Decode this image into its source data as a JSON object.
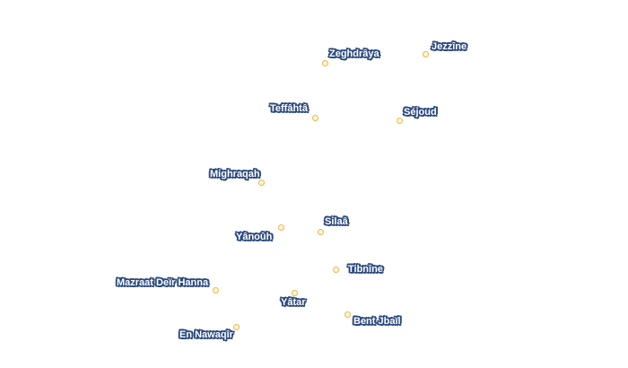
{
  "places": [
    {
      "id": "jezzine",
      "name": "Jezzîne"
    },
    {
      "id": "zeghdraya",
      "name": "Zeghdrâya"
    },
    {
      "id": "teffahta",
      "name": "Teffâhtâ"
    },
    {
      "id": "sejoud",
      "name": "Séjoud"
    },
    {
      "id": "mighraqah",
      "name": "Mighraqah"
    },
    {
      "id": "silaa",
      "name": "Silaâ"
    },
    {
      "id": "yanouh",
      "name": "Yânoûh"
    },
    {
      "id": "tibnine",
      "name": "Tibnîne"
    },
    {
      "id": "mazraat-deir-hanna",
      "name": "Mazraat Deïr Hanna"
    },
    {
      "id": "yatar",
      "name": "Yâtar"
    },
    {
      "id": "bent-jbail",
      "name": "Bent Jbaïl"
    },
    {
      "id": "en-nawaqir",
      "name": "En Nawaqîr"
    }
  ],
  "colors": {
    "marker_fill": "#fff7d6",
    "marker_stroke": "#e8b74a",
    "label_text": "#ffffff",
    "label_halo": "#2c4a7e"
  }
}
